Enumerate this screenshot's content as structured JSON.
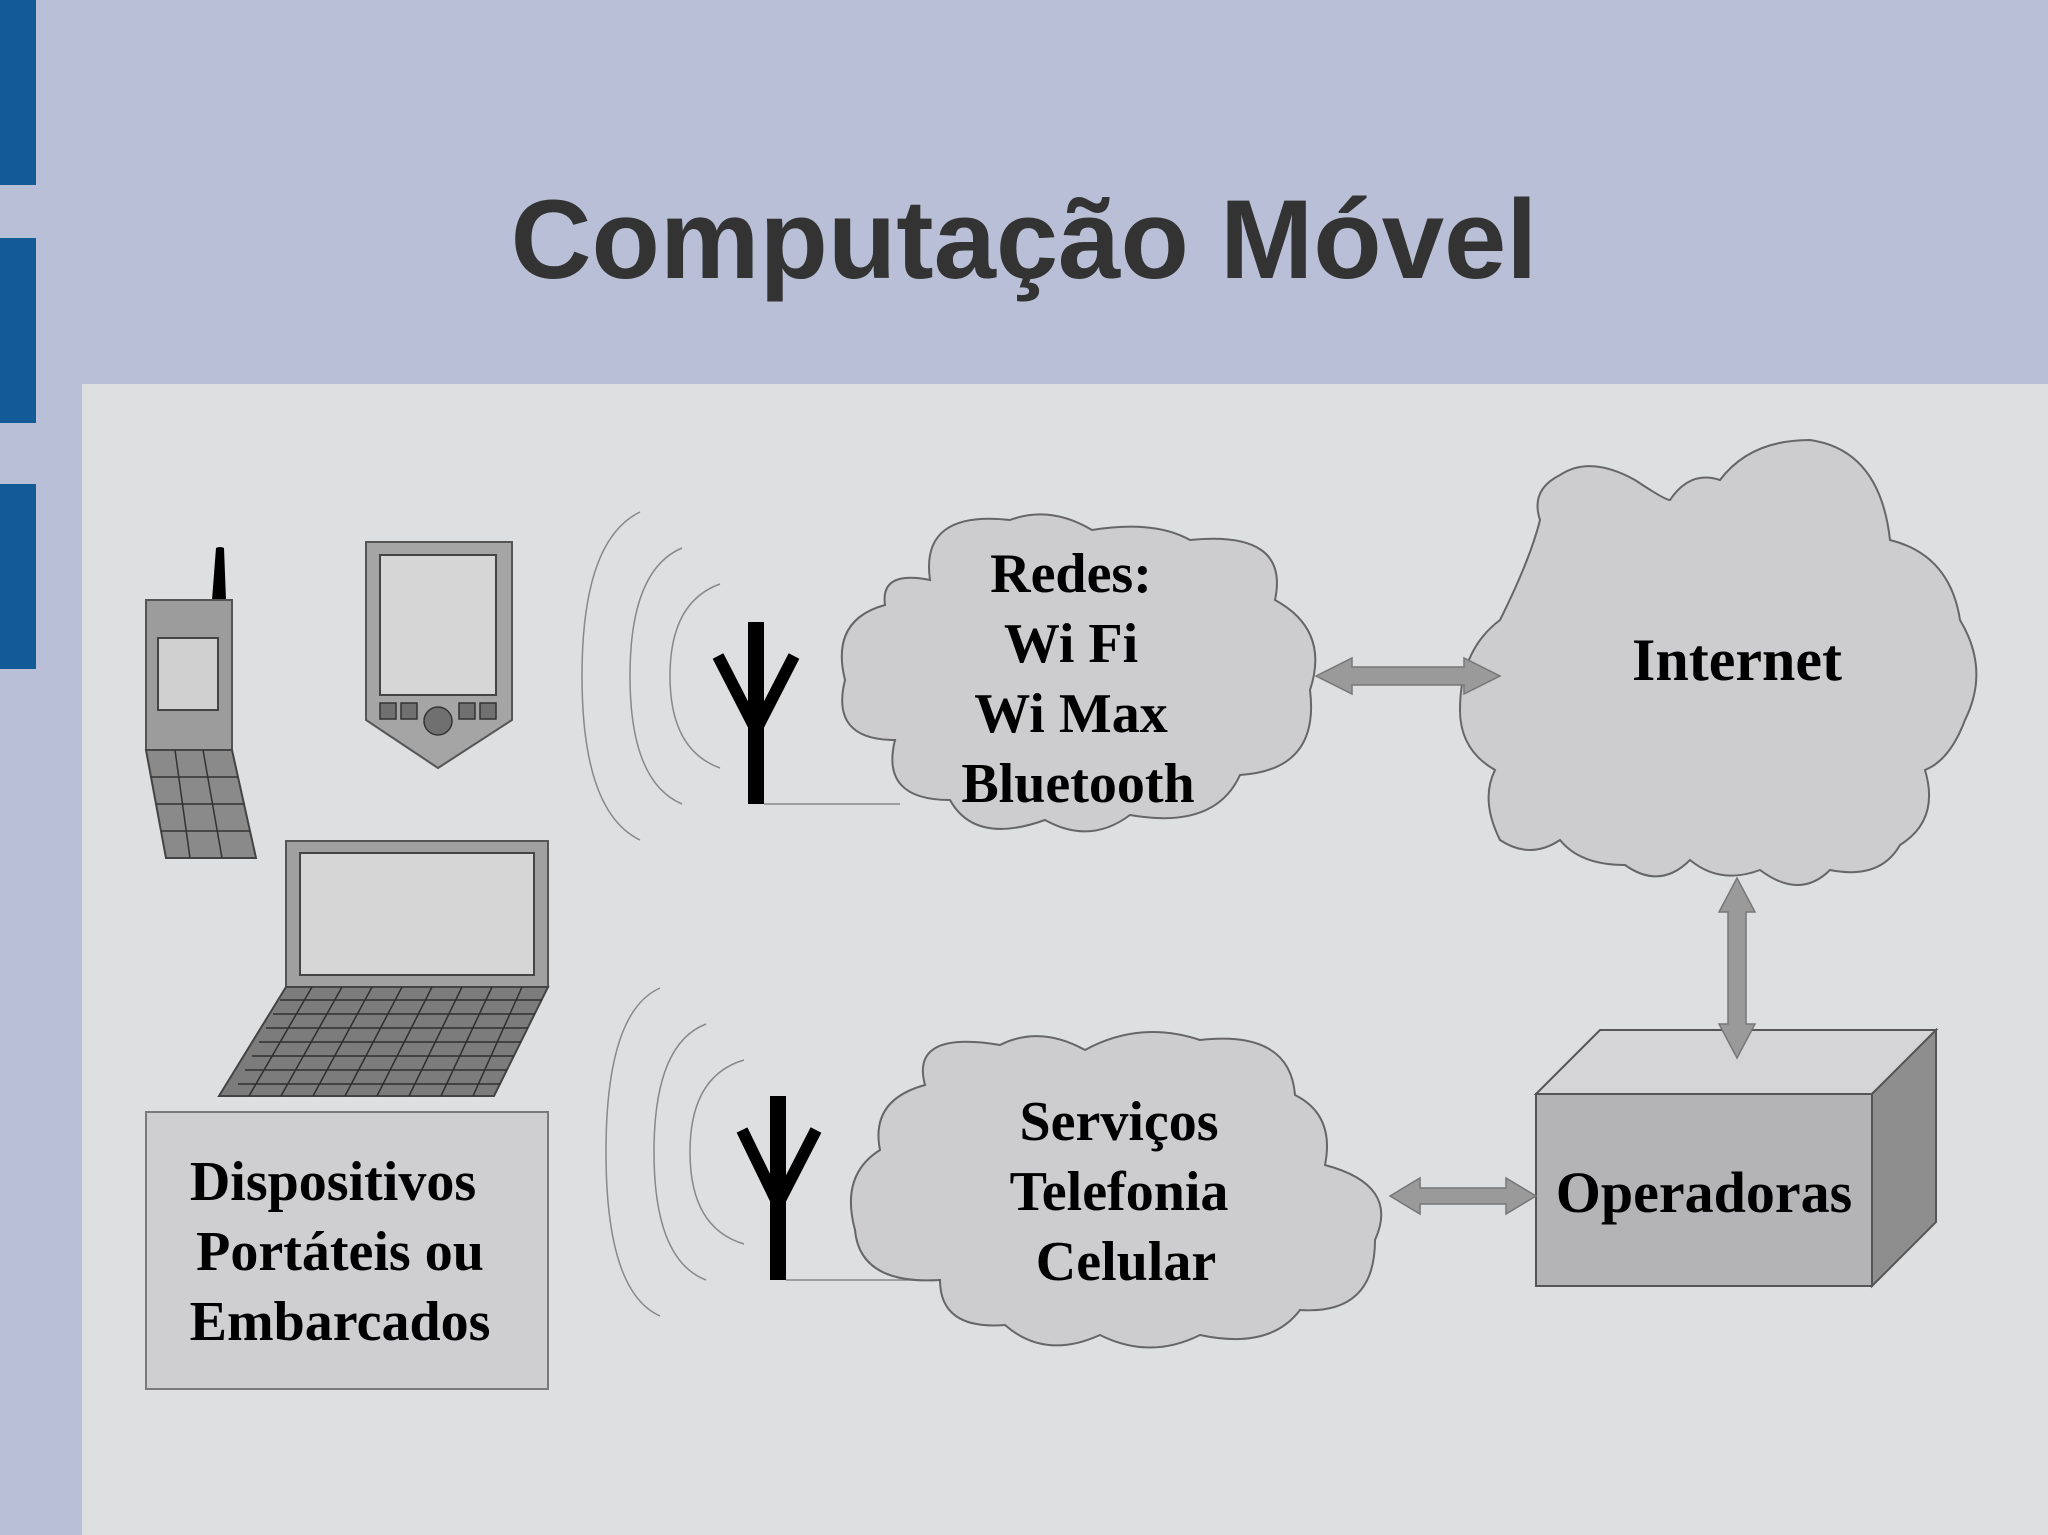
{
  "slide": {
    "title": "Computação Móvel"
  },
  "diagram": {
    "devices_label": [
      "Dispositivos",
      "Portáteis ou",
      "Embarcados"
    ],
    "wireless_cloud_label": [
      "Redes:",
      "Wi Fi",
      "Wi Max",
      "Bluetooth"
    ],
    "cellular_cloud_label": [
      "Serviços",
      "Telefonia",
      "Celular"
    ],
    "internet_label": "Internet",
    "operators_label": "Operadoras"
  },
  "colors": {
    "accent_tab": "#135b96",
    "header": "#b9bfd6",
    "content_bg": "#dedfe1",
    "cloud_fill": "#cdcdcf",
    "box_fill": "#c9c9cb",
    "arrow_fill": "#9a9a9a"
  }
}
